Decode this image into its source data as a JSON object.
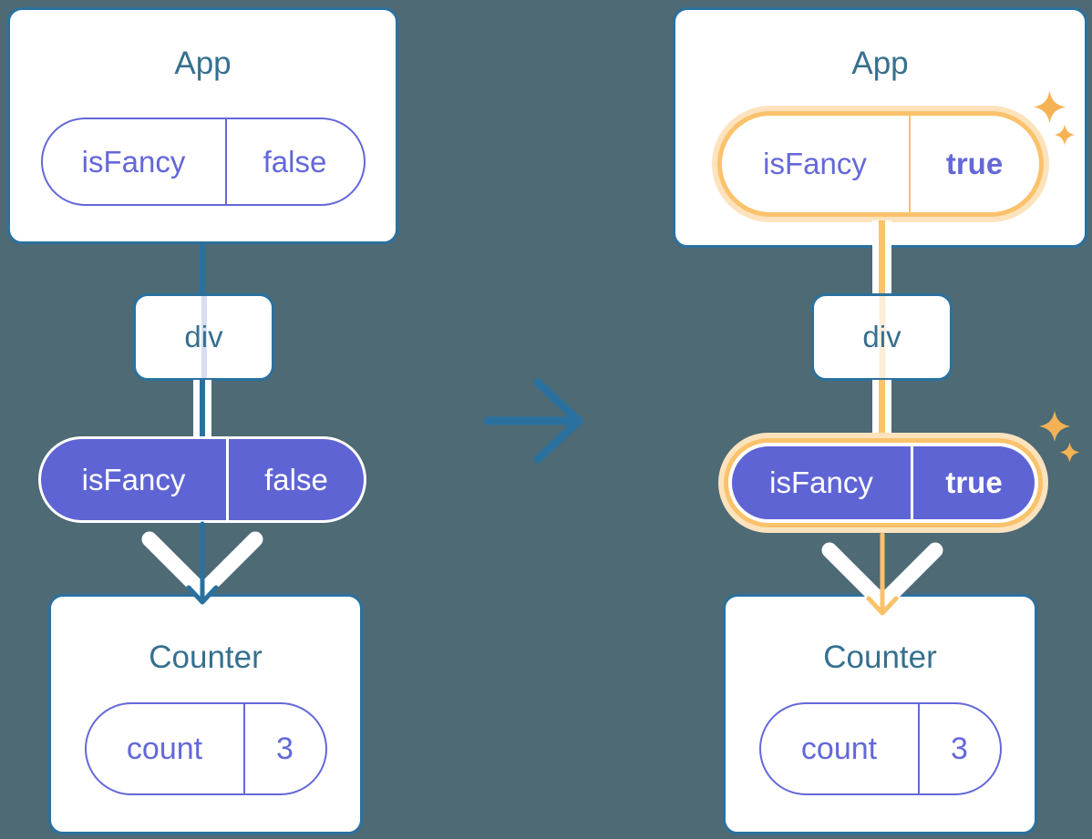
{
  "background_color": "#4d6a75",
  "colors": {
    "card_border": "#2b719f",
    "title": "#36708f",
    "purple": "#5f64d4",
    "purple_outline": "#6468d8",
    "orange": "#fbc26c",
    "orange_glow": "#fce3bd",
    "sparkle": "#f5b254",
    "lavender": "#d8def2",
    "peach": "#fdeeda"
  },
  "icons": {
    "transition": "arrow-right-icon",
    "highlight": "sparkle-icon",
    "props_flow": "arrow-down-icon"
  },
  "left": {
    "app_title": "App",
    "prop": {
      "name": "isFancy",
      "value": "false"
    },
    "div_label": "div",
    "counter_title": "Counter",
    "state": {
      "name": "count",
      "value": "3"
    }
  },
  "right": {
    "app_title": "App",
    "prop": {
      "name": "isFancy",
      "value": "true"
    },
    "div_label": "div",
    "counter_title": "Counter",
    "state": {
      "name": "count",
      "value": "3"
    }
  }
}
